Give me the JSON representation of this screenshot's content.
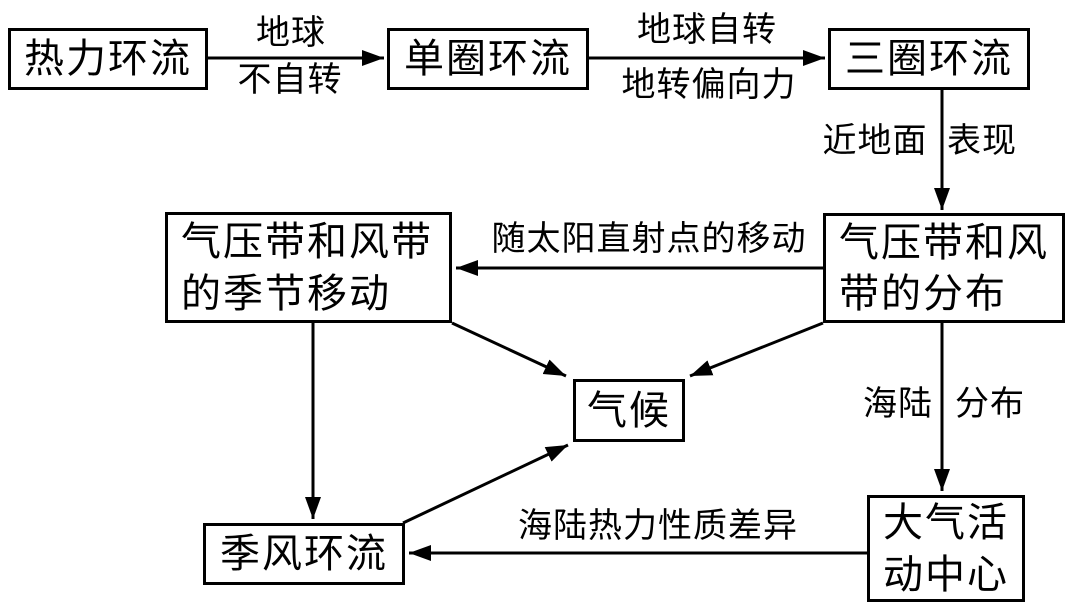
{
  "diagram": {
    "type": "concept-flowchart",
    "colors": {
      "background": "#ffffff",
      "line": "#000000",
      "text": "#000000"
    },
    "nodes": [
      {
        "id": "thermal-circulation",
        "label": "热力环流"
      },
      {
        "id": "single-cell-circulation",
        "label": "单圈环流"
      },
      {
        "id": "three-cell-circulation",
        "label": "三圈环流"
      },
      {
        "id": "pressure-wind-belt-distribution",
        "label": "气压带和风\n带的分布"
      },
      {
        "id": "pressure-wind-belt-seasonal-shift",
        "label": "气压带和风带\n的季节移动"
      },
      {
        "id": "climate",
        "label": "气候"
      },
      {
        "id": "monsoon-circulation",
        "label": "季风环流"
      },
      {
        "id": "atmospheric-activity-centers",
        "label": "大气活\n动中心"
      }
    ],
    "edge_labels": {
      "earth": "地球",
      "no_rotation": "不自转",
      "earth_rotation": "地球自转",
      "coriolis_force": "地转偏向力",
      "near_surface": "近地面",
      "manifestation": "表现",
      "subsolar_point_movement": "随太阳直射点的移动",
      "sea_land": "海陆",
      "distribution": "分布",
      "sea_land_thermal_difference": "海陆热力性质差异"
    }
  }
}
